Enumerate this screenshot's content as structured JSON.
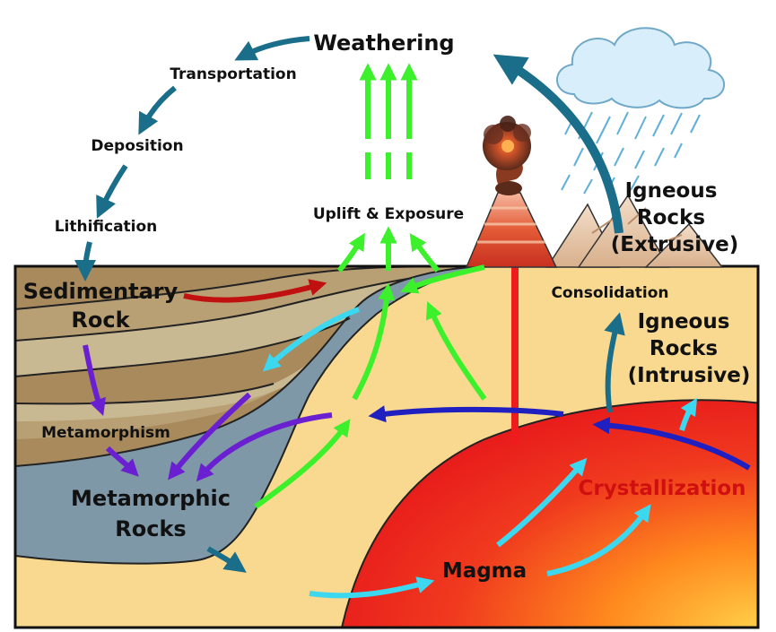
{
  "labels": {
    "weathering": "Weathering",
    "transportation": "Transportation",
    "deposition": "Deposition",
    "lithification": "Lithification",
    "uplift": "Uplift & Exposure",
    "igneous_extrusive_1": "Igneous",
    "igneous_extrusive_2": "Rocks",
    "igneous_extrusive_3": "(Extrusive)",
    "consolidation": "Consolidation",
    "igneous_intrusive_1": "Igneous",
    "igneous_intrusive_2": "Rocks",
    "igneous_intrusive_3": "(Intrusive)",
    "sedimentary_1": "Sedimentary",
    "sedimentary_2": "Rock",
    "metamorphism": "Metamorphism",
    "metamorphic_1": "Metamorphic",
    "metamorphic_2": "Rocks",
    "magma": "Magma",
    "crystallization": "Crystallization"
  },
  "colors": {
    "cycle_arrow": "#1a6e8a",
    "uplift_arrow": "#3cf02c",
    "metamorphic_arrow": "#6a20d0",
    "magma_arrow": "#3cd8f0",
    "flow_arrow": "#2020c0",
    "sediment_arrow": "#c01010",
    "background": "#f9d98f",
    "metamorphic_layer": "#7f98a8",
    "magma_core": "#e82020",
    "sediment_dark": "#a88a5c",
    "sediment_light": "#c9b992"
  }
}
